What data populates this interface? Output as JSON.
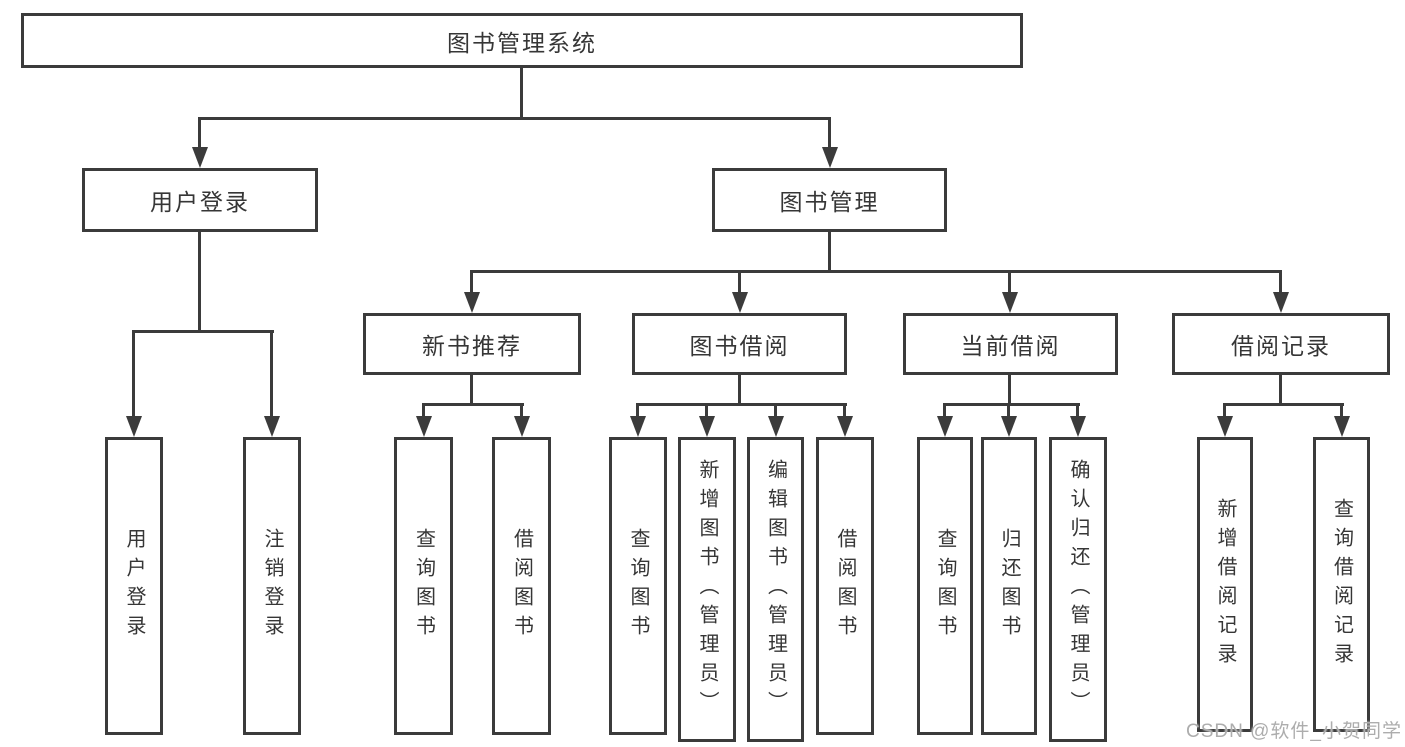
{
  "diagram": {
    "title": "图书管理系统",
    "branches": [
      {
        "label": "用户登录",
        "children": [
          {
            "label": "用户登录"
          },
          {
            "label": "注销登录"
          }
        ]
      },
      {
        "label": "图书管理",
        "children": [
          {
            "label": "新书推荐",
            "children": [
              {
                "label": "查询图书"
              },
              {
                "label": "借阅图书"
              }
            ]
          },
          {
            "label": "图书借阅",
            "children": [
              {
                "label": "查询图书"
              },
              {
                "label": "新增图书（管理员）"
              },
              {
                "label": "编辑图书（管理员）"
              },
              {
                "label": "借阅图书"
              }
            ]
          },
          {
            "label": "当前借阅",
            "children": [
              {
                "label": "查询图书"
              },
              {
                "label": "归还图书"
              },
              {
                "label": "确认归还（管理员）"
              }
            ]
          },
          {
            "label": "借阅记录",
            "children": [
              {
                "label": "新增借阅记录"
              },
              {
                "label": "查询借阅记录"
              }
            ]
          }
        ]
      }
    ],
    "watermark": "CSDN @软件_小贺同学",
    "colors": {
      "line": "#3b3b3b",
      "text": "#363636",
      "watermark": "#adadad"
    }
  }
}
